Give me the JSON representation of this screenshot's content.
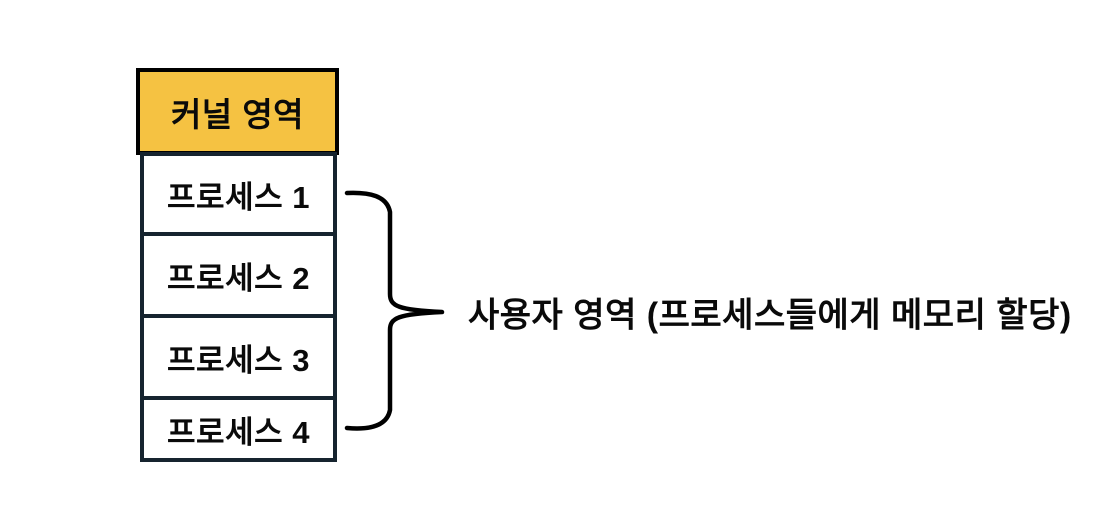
{
  "diagram": {
    "type": "memory-layout",
    "background_color": "#ffffff",
    "memory_stack": {
      "kernel_box": {
        "label": "커널 영역",
        "fill_color": "#f5c242",
        "border_color": "#000000"
      },
      "process_boxes": [
        {
          "label": "프로세스 1"
        },
        {
          "label": "프로세스 2"
        },
        {
          "label": "프로세스 3"
        },
        {
          "label": "프로세스 4"
        }
      ],
      "process_box_fill": "#ffffff",
      "process_box_border_color": "#16242f"
    },
    "annotation": {
      "label": "사용자 영역 (프로세스들에게 메모리 할당)",
      "brace_color": "#000000",
      "brace_spans": "프로세스 1 – 프로세스 4"
    }
  }
}
